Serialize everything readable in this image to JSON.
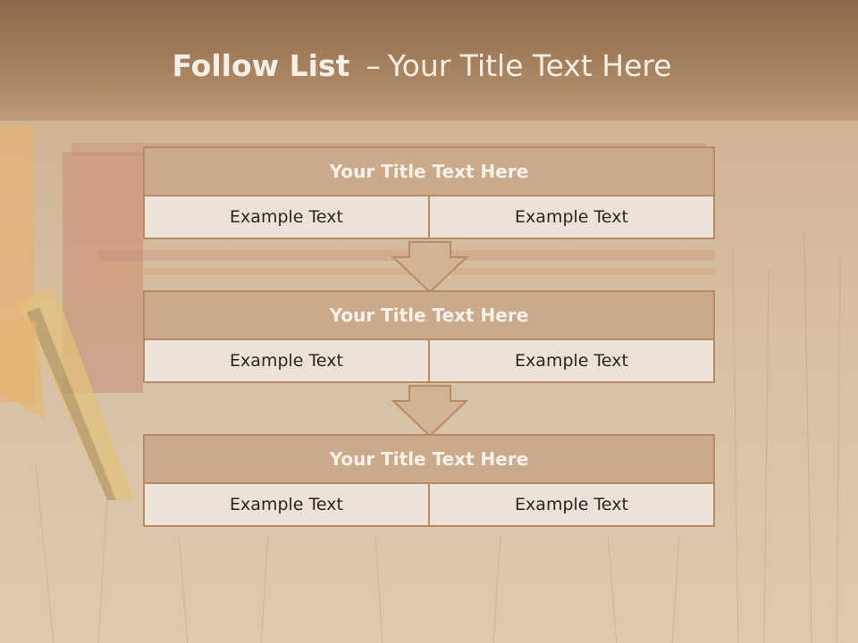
{
  "header": {
    "title_bold": "Follow List",
    "title_dash": "–",
    "title_rest": "Your Title Text Here"
  },
  "steps": [
    {
      "title": "Your Title Text Here",
      "left": "Example Text",
      "right": "Example Text"
    },
    {
      "title": "Your Title Text Here",
      "left": "Example Text",
      "right": "Example Text"
    },
    {
      "title": "Your Title Text Here",
      "left": "Example Text",
      "right": "Example Text"
    }
  ],
  "colors": {
    "header": "#9c7654",
    "box_title": "#cba98b",
    "box_cell": "#ece2d8",
    "border": "#b68b66"
  }
}
